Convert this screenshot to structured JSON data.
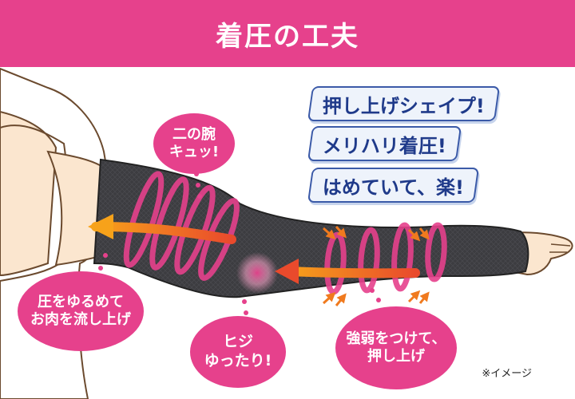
{
  "header": {
    "title": "着圧の工夫"
  },
  "taglines": [
    "押し上げシェイプ!",
    "メリハリ着圧!",
    "はめていて、楽!"
  ],
  "bubbles": {
    "upper_arm": [
      "二の腕",
      "キュッ!"
    ],
    "loosen": [
      "圧をゆるめて",
      "お肉を流し上げ"
    ],
    "elbow": [
      "ヒジ",
      "ゆったり!"
    ],
    "push": [
      "強弱をつけて、",
      "押し上げ"
    ]
  },
  "note": "※イメージ",
  "colors": {
    "accent": "#e6418c",
    "tag_text": "#1f3a8a",
    "sleeve": "#3c3c40",
    "arrow": "#f07a1e",
    "skin": "#fbe6cf"
  }
}
